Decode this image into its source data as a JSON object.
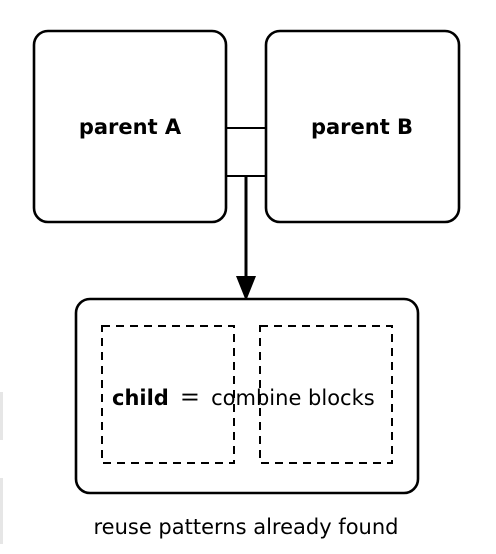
{
  "parent_a": {
    "label": "parent A"
  },
  "parent_b": {
    "label": "parent B"
  },
  "child": {
    "term": "child",
    "equals": "=",
    "description": "combine blocks"
  },
  "caption": "reuse patterns already found",
  "colors": {
    "stroke": "#000000",
    "background": "#ffffff"
  }
}
